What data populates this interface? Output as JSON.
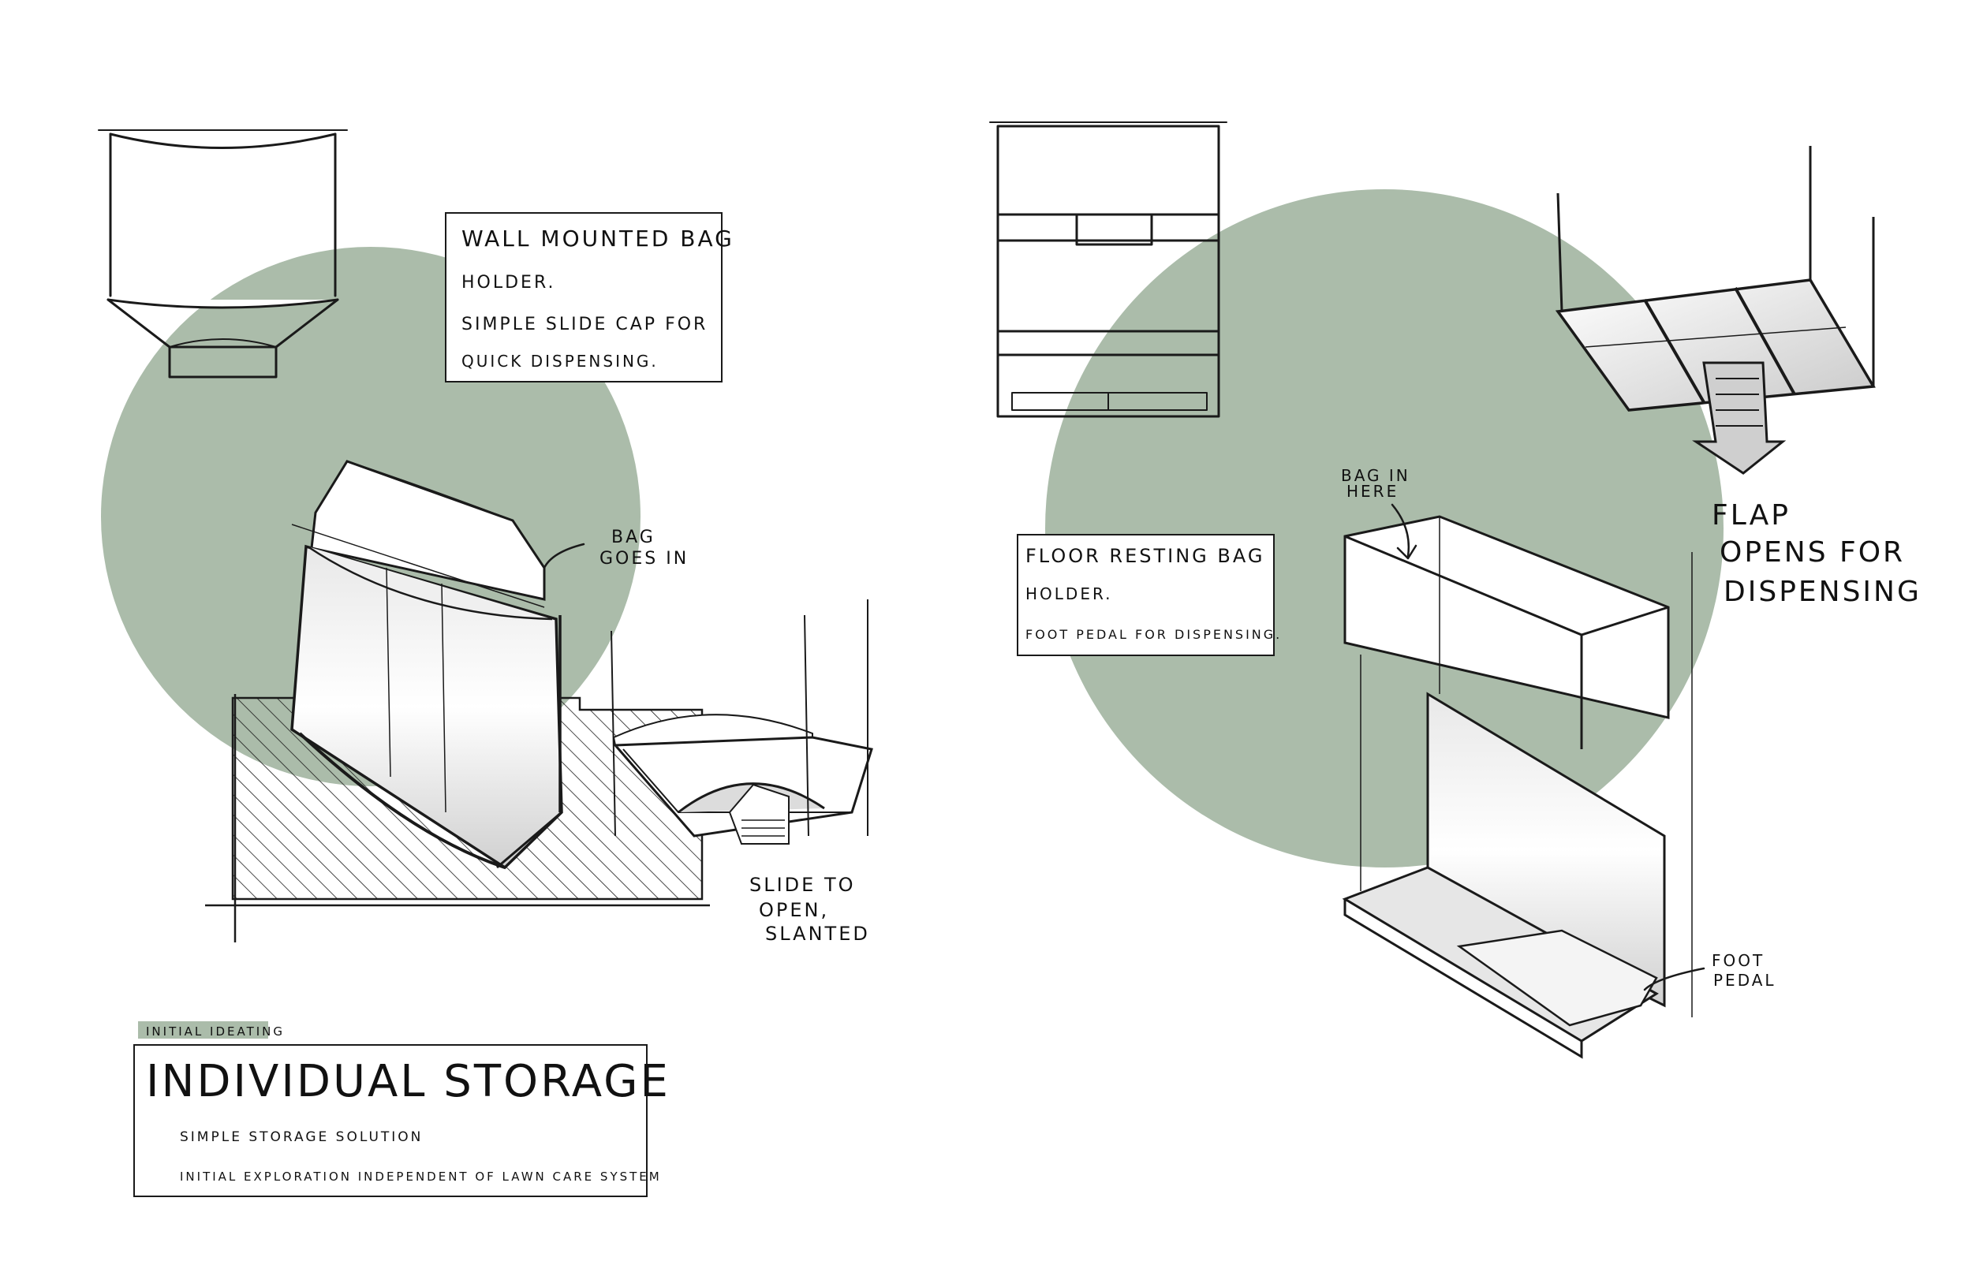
{
  "colors": {
    "circle": "#abbcaa",
    "ink": "#1a1a1a",
    "tag": "#abbcaa",
    "paper": "#ffffff"
  },
  "title_block": {
    "tag": "INITIAL IDEATING",
    "title": "INDIVIDUAL STORAGE",
    "line1": "SIMPLE STORAGE SOLUTION",
    "line2": "INITIAL EXPLORATION INDEPENDENT OF LAWN CARE SYSTEM"
  },
  "wall_note": {
    "line1": "WALL MOUNTED BAG",
    "line2": "HOLDER.",
    "line3": "SIMPLE SLIDE CAP FOR",
    "line4": "QUICK DISPENSING."
  },
  "floor_note": {
    "line1": "FLOOR RESTING BAG",
    "line2": "HOLDER.",
    "line3": "FOOT PEDAL FOR DISPENSING."
  },
  "annotations": {
    "bag_goes_in_1": "BAG",
    "bag_goes_in_2": "GOES IN",
    "slide_1": "SLIDE TO",
    "slide_2": "OPEN,",
    "slide_3": "SLANTED",
    "bag_in_here_1": "BAG IN",
    "bag_in_here_2": "HERE",
    "flap_1": "FLAP",
    "flap_2": "OPENS FOR",
    "flap_3": "DISPENSING",
    "foot_1": "FOOT",
    "foot_2": "PEDAL"
  }
}
